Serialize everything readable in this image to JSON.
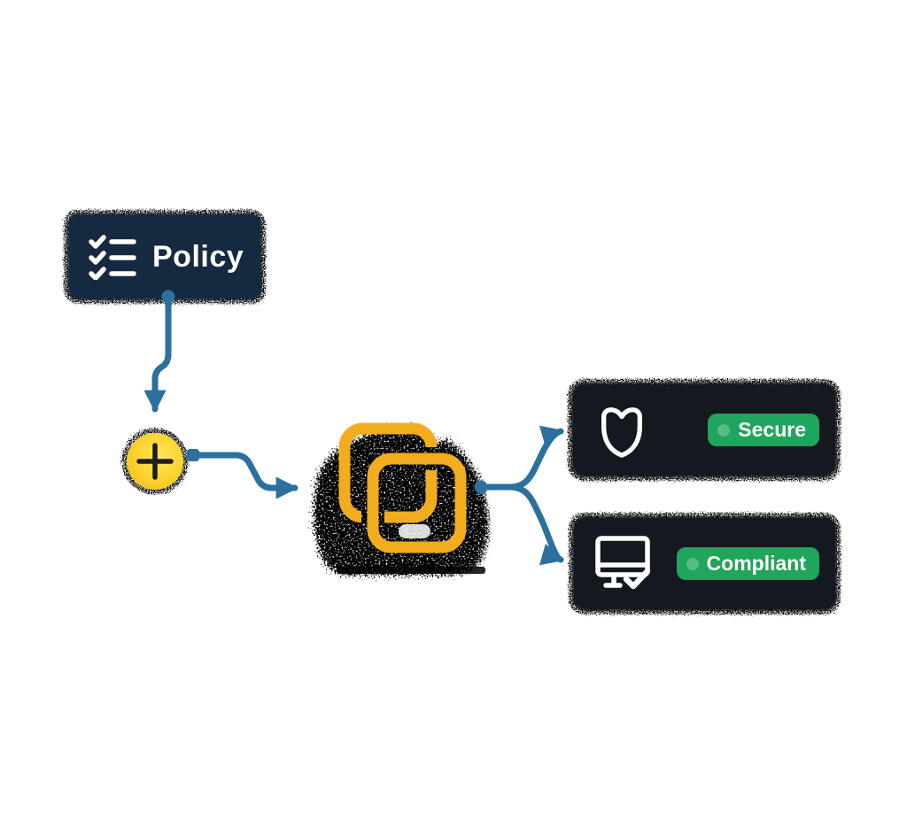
{
  "diagram": {
    "policy_node": {
      "label": "Policy",
      "icon": "checklist-icon"
    },
    "plus_node": {
      "symbol": "+",
      "icon": "plus-icon"
    },
    "process_node": {
      "icon": "duplicate-squares-icon",
      "texture": "scribble-noise-blob"
    },
    "secure_node": {
      "icon": "shield-icon",
      "badge": {
        "label": "Secure"
      }
    },
    "compliant_node": {
      "icon": "monitor-check-icon",
      "badge": {
        "label": "Compliant"
      }
    }
  },
  "colors": {
    "policy_bg": "#152A40",
    "status_bg": "#14181F",
    "connector_blue": "#2B709F",
    "badge_green": "#1FA55C",
    "badge_dot_green": "#55BD84",
    "square_amber": "#F2AD1E",
    "plus_yellow_light": "#FFE45C",
    "plus_yellow_dark": "#EEB514",
    "blob_black": "#0B0B0C",
    "text_white": "#FFFFFF"
  }
}
